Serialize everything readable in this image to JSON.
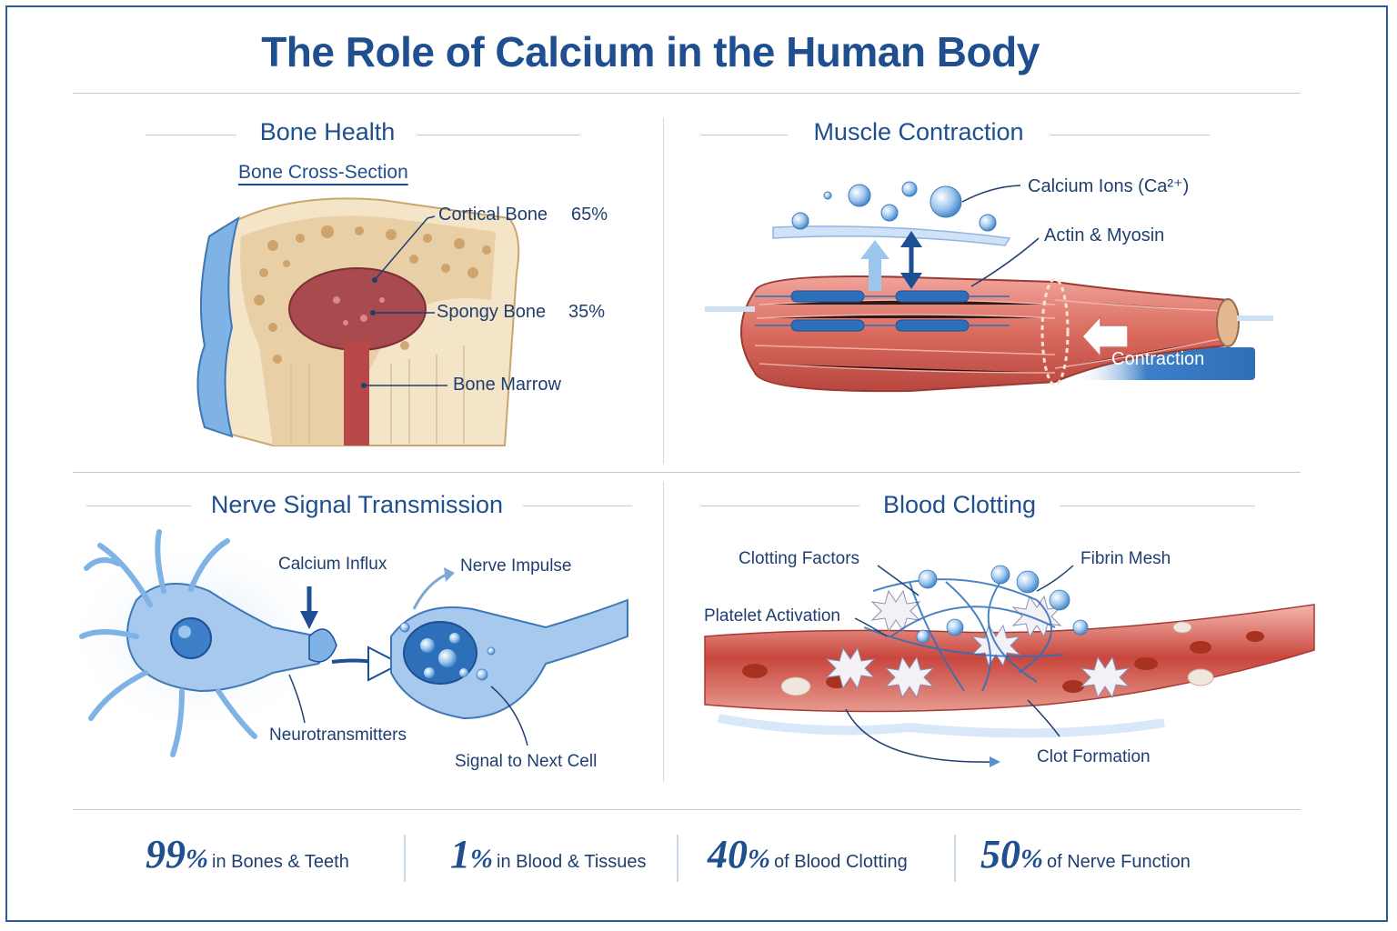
{
  "title": "The Role of Calcium in the Human Body",
  "sections": {
    "bone": {
      "title": "Bone Health",
      "subtitle": "Bone Cross-Section",
      "labels": {
        "cortical": "Cortical Bone",
        "cortical_pct": "65%",
        "spongy": "Spongy Bone",
        "spongy_pct": "35%",
        "marrow": "Bone Marrow"
      }
    },
    "muscle": {
      "title": "Muscle Contraction",
      "labels": {
        "ions": "Calcium Ions (Ca²⁺)",
        "actin": "Actin & Myosin",
        "contraction": "Contraction"
      }
    },
    "nerve": {
      "title": "Nerve Signal Transmission",
      "labels": {
        "influx": "Calcium Influx",
        "impulse": "Nerve Impulse",
        "neuro": "Neurotransmitters",
        "signal": "Signal to Next Cell"
      }
    },
    "blood": {
      "title": "Blood Clotting",
      "labels": {
        "factors": "Clotting Factors",
        "fibrin": "Fibrin Mesh",
        "platelet": "Platelet Activation",
        "clot": "Clot Formation"
      }
    }
  },
  "stats": [
    {
      "num": "99",
      "pct": "%",
      "text": "in Bones & Teeth"
    },
    {
      "num": "1",
      "pct": "%",
      "text": "in Blood & Tissues"
    },
    {
      "num": "40",
      "pct": "%",
      "text": "of Blood Clotting"
    },
    {
      "num": "50",
      "pct": "%",
      "text": "of Nerve Function"
    }
  ],
  "colors": {
    "primary": "#1f4f8f",
    "bone": "#e8cfa6",
    "marrow": "#b84848",
    "muscle": "#d96a5e",
    "nerve": "#7fb2e5"
  }
}
